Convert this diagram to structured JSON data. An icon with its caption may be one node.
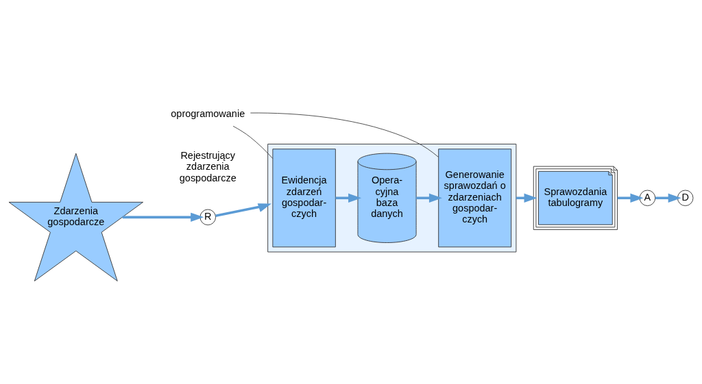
{
  "diagram": {
    "nodes": [
      {
        "text": [
          "R"
        ],
        "beside": [
          "Rejestrujący zdarzenia gospodarcze"
        ]
      },
      {
        "text": [
          "Zdarzenia gospodarcze"
        ]
      },
      {
        "text": [],
        "shape": "box"
      },
      {
        "text": [
          "Ewidencja zdarzeń gospodar- czych"
        ],
        "in": 2
      },
      {
        "text": [
          "Opera- cyjna baza danych"
        ],
        "in": 2
      },
      {
        "text": [
          "Generowanie sprawozdań o zdarzeniach gospodar- czych"
        ],
        "in": 2
      },
      {
        "text": [
          "Sprawozdania tabulogramy"
        ]
      },
      {
        "text": [
          "A"
        ]
      },
      {
        "text": [
          "D"
        ]
      },
      {
        "text": [
          "oprogramowanie"
        ]
      }
    ],
    "edges": [
      {
        "from": 1,
        "to": 0,
        "arrow": "to"
      },
      {
        "from": 0,
        "to": 2,
        "arrow": "to"
      },
      {
        "from": 3,
        "to": 4,
        "arrow": "to"
      },
      {
        "from": 4,
        "to": 5,
        "arrow": "to"
      },
      {
        "from": 2,
        "to": 6,
        "arrow": "to"
      },
      {
        "from": 6,
        "to": 7,
        "arrow": "to"
      },
      {
        "from": 7,
        "to": 8,
        "arrow": "to"
      },
      {
        "from": 9,
        "to": 3,
        "arrow": "none",
        "color": "#404040"
      },
      {
        "from": 9,
        "to": 5,
        "arrow": "none",
        "color": "#404040"
      }
    ]
  }
}
